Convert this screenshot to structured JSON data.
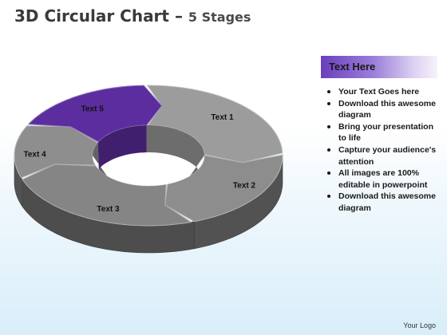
{
  "title": {
    "main": "3D Circular Chart",
    "dash": "–",
    "sub": "5 Stages"
  },
  "diagram": {
    "stages": [
      {
        "label": "Text 1",
        "color": "#9c9c9c"
      },
      {
        "label": "Text 2",
        "color": "#8d8d8d"
      },
      {
        "label": "Text 3",
        "color": "#858585"
      },
      {
        "label": "Text 4",
        "color": "#8e8e8e"
      },
      {
        "label": "Text 5",
        "color": "#5b2d9e"
      }
    ]
  },
  "panel": {
    "header": "Text Here",
    "bullets": [
      "Your Text Goes here",
      "Download this awesome diagram",
      "Bring your presentation to life",
      "Capture your audience's attention",
      "All images are 100% editable in powerpoint",
      "Download this awesome diagram"
    ]
  },
  "footer": {
    "logo": "Your Logo"
  }
}
